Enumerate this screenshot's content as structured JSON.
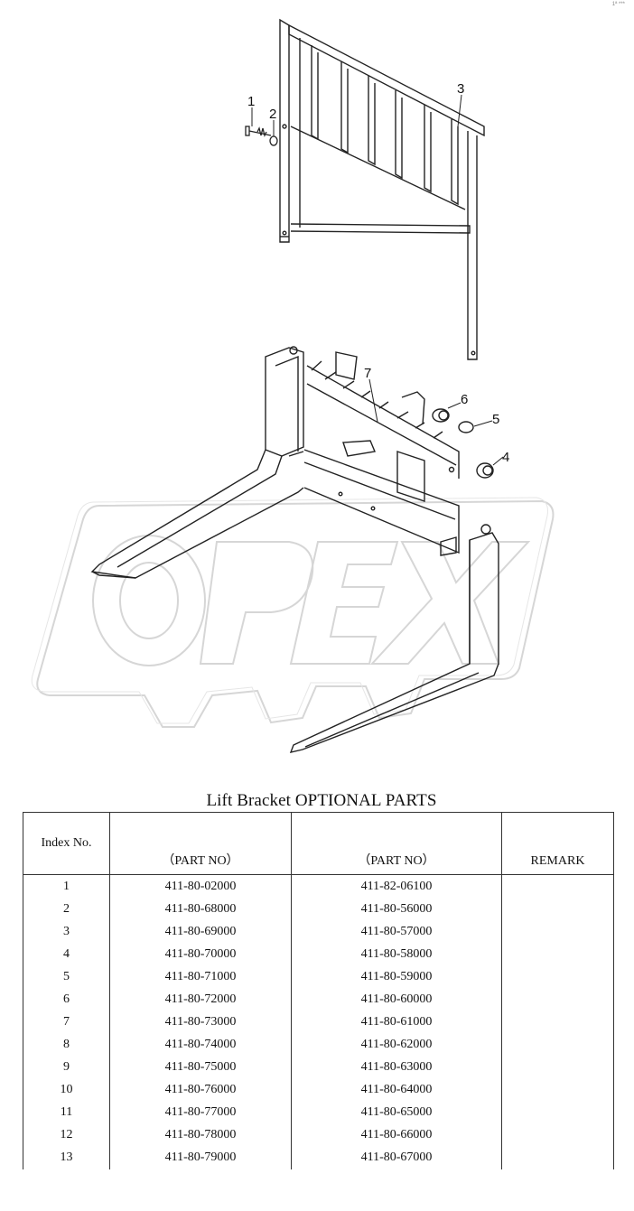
{
  "corner_mark": "1ª ***",
  "watermark": "OPEX",
  "callouts": [
    "1",
    "2",
    "3",
    "4",
    "5",
    "6",
    "7"
  ],
  "table": {
    "title": "Lift Bracket OPTIONAL PARTS",
    "headers": [
      "Index No.",
      "（PART NO）",
      "（PART NO）",
      "REMARK"
    ],
    "rows": [
      [
        "1",
        "411-80-02000",
        "411-82-06100",
        ""
      ],
      [
        "2",
        "411-80-68000",
        "411-80-56000",
        ""
      ],
      [
        "3",
        "411-80-69000",
        "411-80-57000",
        ""
      ],
      [
        "4",
        "411-80-70000",
        "411-80-58000",
        ""
      ],
      [
        "5",
        "411-80-71000",
        "411-80-59000",
        ""
      ],
      [
        "6",
        "411-80-72000",
        "411-80-60000",
        ""
      ],
      [
        "7",
        "411-80-73000",
        "411-80-61000",
        ""
      ],
      [
        "8",
        "411-80-74000",
        "411-80-62000",
        ""
      ],
      [
        "9",
        "411-80-75000",
        "411-80-63000",
        ""
      ],
      [
        "10",
        "411-80-76000",
        "411-80-64000",
        ""
      ],
      [
        "11",
        "411-80-77000",
        "411-80-65000",
        ""
      ],
      [
        "12",
        "411-80-78000",
        "411-80-66000",
        ""
      ],
      [
        "13",
        "411-80-79000",
        "411-80-67000",
        ""
      ]
    ]
  }
}
